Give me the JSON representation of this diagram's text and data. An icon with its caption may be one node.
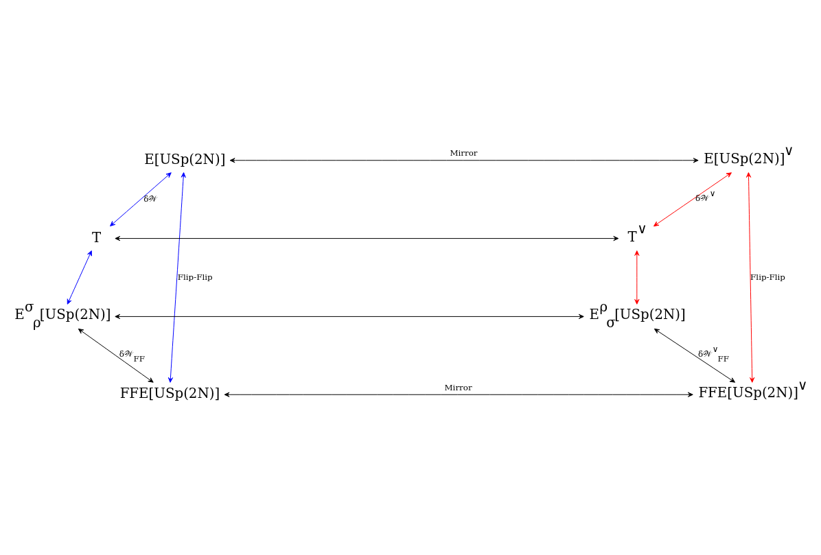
{
  "diagram": {
    "nodes": [
      {
        "text": [
          "E[USp(2N)]"
        ]
      },
      {
        "text": [
          "E[USp(2N)]$^{∨}$"
        ]
      },
      {
        "text": [
          "T"
        ]
      },
      {
        "text": [
          "T$^{∨}$"
        ]
      },
      {
        "text": [
          "E$^{σ}$$_{ρ}$[USp(2N)]"
        ]
      },
      {
        "text": [
          "E$^{ρ}$$_{σ}$[USp(2N)]"
        ]
      },
      {
        "text": [
          "FFE[USp(2N)]"
        ]
      },
      {
        "text": [
          "FFE[USp(2N)]$^{∨}$"
        ]
      }
    ],
    "edges": [
      {
        "from": 0,
        "to": 1,
        "arrow": "both",
        "label": "Mirror"
      },
      {
        "from": 0,
        "to": 6,
        "arrow": "both",
        "label": "Flip-Flip",
        "color": "#0000ff"
      },
      {
        "from": 0,
        "to": 2,
        "arrow": "both",
        "label": "δ𝒲",
        "color": "#0000ff"
      },
      {
        "from": 1,
        "to": 7,
        "arrow": "both",
        "label": "Flip-Flip",
        "color": "#ff0000"
      },
      {
        "from": 1,
        "to": 3,
        "arrow": "both",
        "label": "δ𝒲$^{∨}$",
        "color": "#ff0000"
      },
      {
        "from": 2,
        "to": 3,
        "arrow": "both"
      },
      {
        "from": 2,
        "to": 4,
        "arrow": "both",
        "color": "#0000ff"
      },
      {
        "from": 3,
        "to": 5,
        "arrow": "both",
        "color": "#ff0000"
      },
      {
        "from": 4,
        "to": 5,
        "arrow": "both"
      },
      {
        "from": 6,
        "to": 4,
        "arrow": "both",
        "label": "δ𝒲$_{FF}$"
      },
      {
        "from": 7,
        "to": 5,
        "arrow": "both",
        "label": "δ𝒲$^{∨}$$_{FF}$"
      },
      {
        "from": 6,
        "to": 7,
        "arrow": "both",
        "label": "Mirror"
      }
    ]
  }
}
